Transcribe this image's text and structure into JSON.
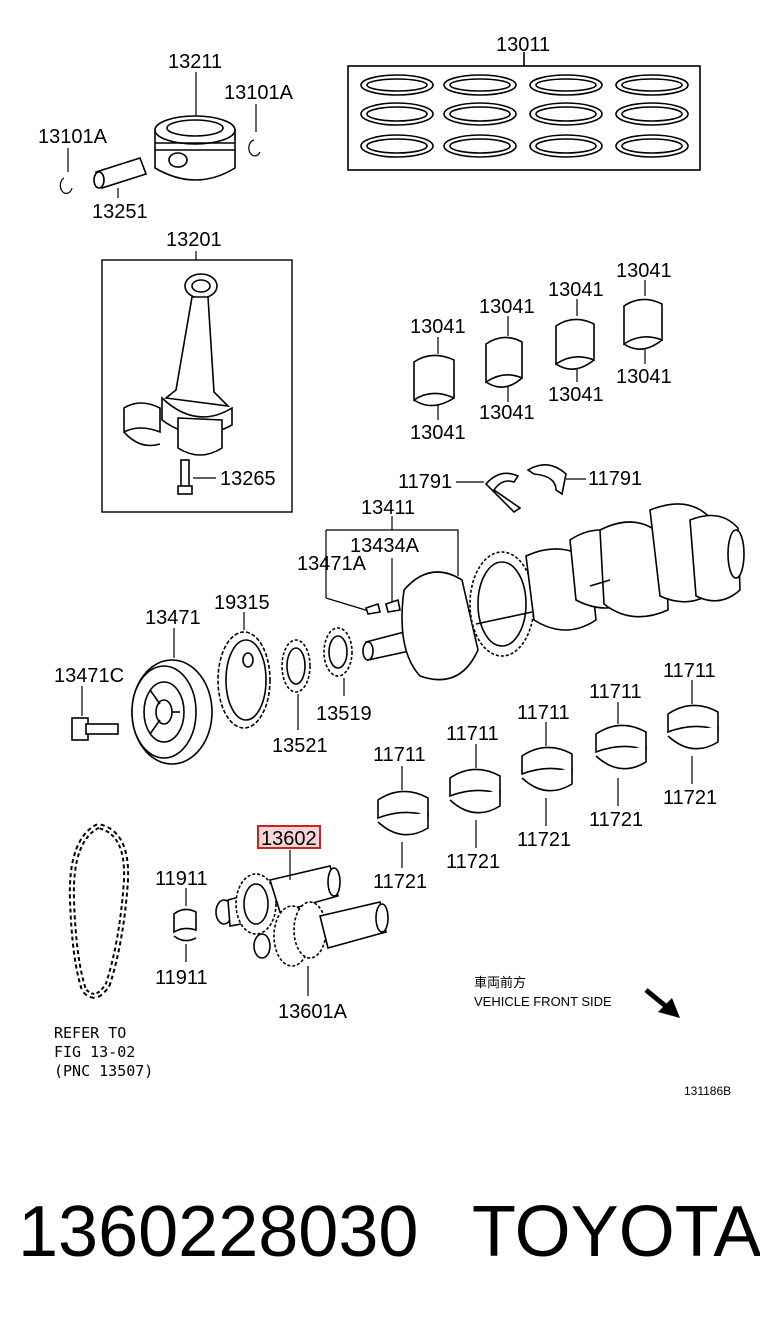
{
  "diagram": {
    "labels": {
      "l13011": "13011",
      "l13211": "13211",
      "l13101A_right": "13101A",
      "l13101A_left": "13101A",
      "l13251": "13251",
      "l13201": "13201",
      "l13265": "13265",
      "l13041": [
        "13041",
        "13041",
        "13041",
        "13041",
        "13041",
        "13041",
        "13041",
        "13041"
      ],
      "l11791_left": "11791",
      "l11791_right": "11791",
      "l13411": "13411",
      "l13434A": "13434A",
      "l13471A": "13471A",
      "l13471": "13471",
      "l19315": "19315",
      "l13471C": "13471C",
      "l13521": "13521",
      "l13519": "13519",
      "l11711": [
        "11711",
        "11711",
        "11711",
        "11711",
        "11711"
      ],
      "l11721": [
        "11721",
        "11721",
        "11721",
        "11721",
        "11721"
      ],
      "l13602": "13602",
      "l11911_top": "11911",
      "l11911_bottom": "11911",
      "l13601A": "13601A",
      "refer_line1": "REFER TO",
      "refer_line2": "FIG 13-02",
      "refer_line3": "(PNC 13507)",
      "front_jp": "車両前方",
      "front_en": "VEHICLE FRONT SIDE",
      "fig_code": "131186B"
    },
    "highlight_color": "#cc2222",
    "highlight_fill": "#f4d6d6"
  },
  "footer": {
    "part_number": "1360228030",
    "brand": "TOYOTA"
  }
}
